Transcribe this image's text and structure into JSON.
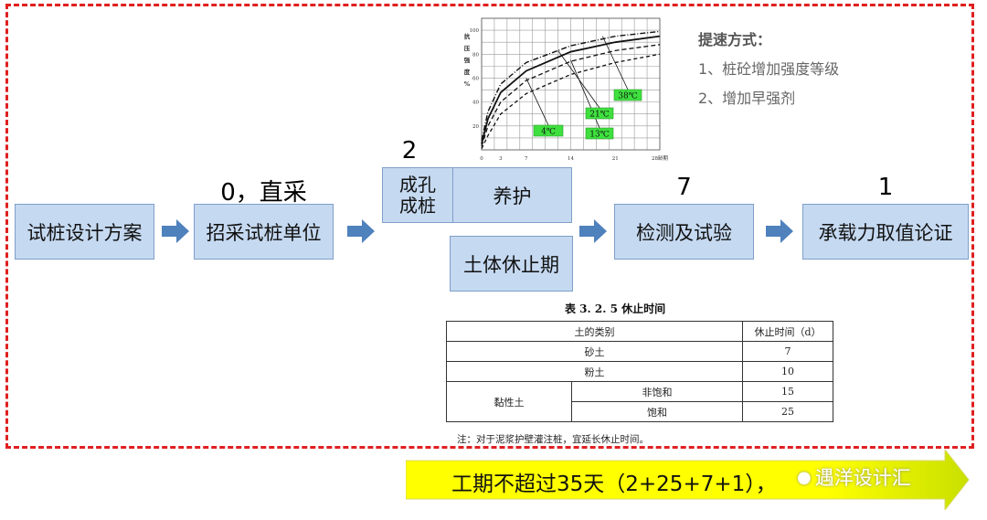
{
  "flow": {
    "step1": "试桩设计方案",
    "step2": "招采试桩单位",
    "step3a": "成孔\n成桩",
    "step3b": "养护",
    "step3c": "土体休止期",
    "step4": "检测及试验",
    "step5": "承载力取值论证",
    "label_step2": "0，直采",
    "label_step3": "2",
    "label_step4": "7",
    "label_step5": "1"
  },
  "method": {
    "title": "提速方式：",
    "item1": "1、桩砼增加强度等级",
    "item2": "2、增加早强剂"
  },
  "chart_data": {
    "type": "line",
    "ylabel": "抗压强度%",
    "xlabel": "龄期",
    "x_ticks": [
      "0",
      "3",
      "7",
      "14",
      "21",
      "28龄期"
    ],
    "y_ticks": [
      "20",
      "40",
      "60",
      "80",
      "100"
    ],
    "xlim": [
      0,
      28
    ],
    "ylim": [
      0,
      110
    ],
    "series": [
      {
        "name": "38℃",
        "x": [
          0,
          1,
          3,
          7,
          14,
          21,
          28
        ],
        "y": [
          8,
          32,
          55,
          73,
          87,
          95,
          99
        ]
      },
      {
        "name": "21℃",
        "x": [
          0,
          1,
          3,
          7,
          14,
          21,
          28
        ],
        "y": [
          5,
          26,
          48,
          66,
          82,
          90,
          95
        ]
      },
      {
        "name": "13℃",
        "x": [
          0,
          1,
          3,
          7,
          14,
          21,
          28
        ],
        "y": [
          3,
          20,
          40,
          58,
          74,
          83,
          88
        ]
      },
      {
        "name": "4℃",
        "x": [
          0,
          1,
          3,
          7,
          14,
          21,
          28
        ],
        "y": [
          1,
          12,
          30,
          47,
          63,
          73,
          80
        ]
      }
    ]
  },
  "table": {
    "caption": "表 3. 2. 5   休止时间",
    "head_type": "土的类别",
    "head_time": "休止时间（d）",
    "rows": [
      {
        "type": "砂土",
        "time": "7"
      },
      {
        "type": "粉土",
        "time": "10"
      }
    ],
    "clay": "黏性土",
    "clay_rows": [
      {
        "sub": "非饱和",
        "time": "15"
      },
      {
        "sub": "饱和",
        "time": "25"
      }
    ],
    "note": "注：对于泥浆护壁灌注桩，宜延长休止时间。"
  },
  "banner": {
    "text": "工期不超过35天（2+25+7+1），",
    "watermark": "遇洋设计汇",
    "color": "#ffff00"
  }
}
